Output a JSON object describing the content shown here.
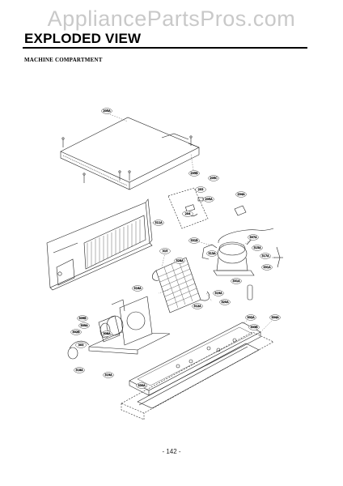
{
  "watermark": "AppliancePartsPros.com",
  "header": {
    "title": "EXPLODED VIEW"
  },
  "section": {
    "title": "MACHINE COMPARTMENT"
  },
  "footer": {
    "page_number": "- 142 -"
  },
  "callouts": [
    "205A",
    "205B",
    "205C",
    "203",
    "205A",
    "204",
    "204A",
    "311A",
    "331B",
    "307A",
    "313A",
    "315A",
    "317A",
    "315",
    "328A",
    "331A",
    "331A",
    "316A",
    "319A",
    "320A",
    "312A",
    "302A",
    "309B",
    "309A",
    "302B",
    "303B",
    "308A",
    "304A",
    "303",
    "318A",
    "319A",
    "330A"
  ]
}
